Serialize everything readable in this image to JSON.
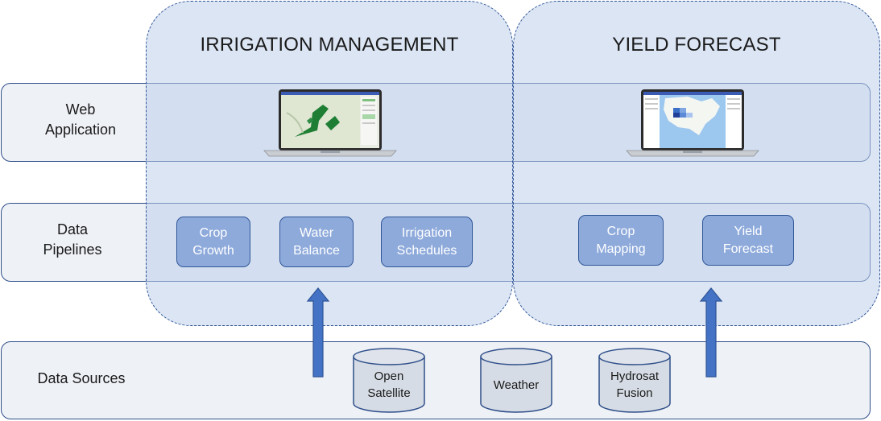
{
  "rows": {
    "web_app": {
      "label": "Web\nApplication"
    },
    "pipelines": {
      "label": "Data\nPipelines"
    },
    "sources": {
      "label": "Data Sources"
    }
  },
  "columns": {
    "irrigation": {
      "title": "IRRIGATION MANAGEMENT",
      "screenshot": "field-map-screenshot",
      "pipelines": [
        "Crop\nGrowth",
        "Water\nBalance",
        "Irrigation\nSchedules"
      ]
    },
    "yield": {
      "title": "YIELD FORECAST",
      "screenshot": "us-map-screenshot",
      "pipelines": [
        "Crop\nMapping",
        "Yield\nForecast"
      ]
    }
  },
  "sources": [
    "Open\nSatellite",
    "Weather",
    "Hydrosat\nFusion"
  ],
  "colors": {
    "region_fill": "#bccfeb",
    "region_border": "#2f5597",
    "box_fill": "#8eaadb",
    "arrow": "#4472c4",
    "band_fill": "#eef1f6"
  }
}
